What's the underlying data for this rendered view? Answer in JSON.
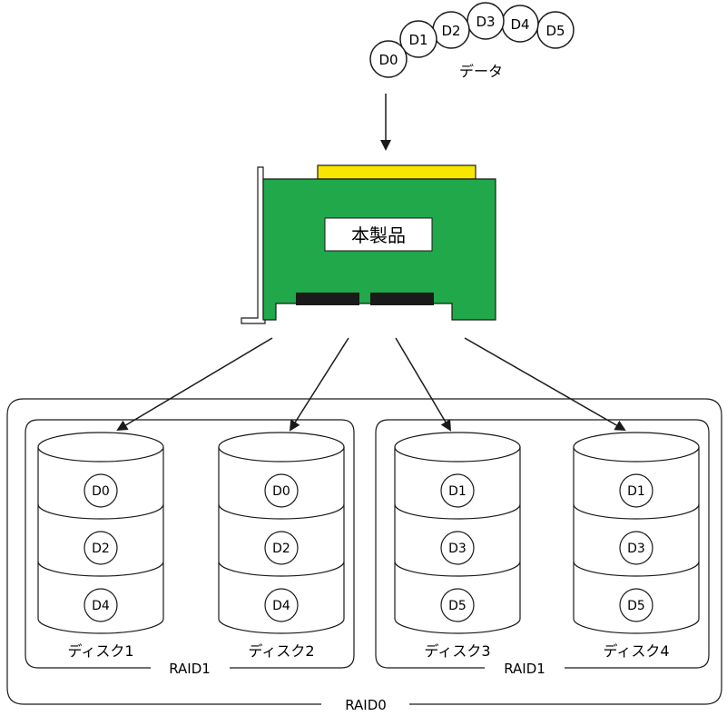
{
  "data_bubbles": [
    "D0",
    "D1",
    "D2",
    "D3",
    "D4",
    "D5"
  ],
  "data_label": "データ",
  "card_label": "本製品",
  "disks": [
    {
      "label": "ディスク1",
      "segments": [
        "D0",
        "D2",
        "D4"
      ]
    },
    {
      "label": "ディスク2",
      "segments": [
        "D0",
        "D2",
        "D4"
      ]
    },
    {
      "label": "ディスク3",
      "segments": [
        "D1",
        "D3",
        "D5"
      ]
    },
    {
      "label": "ディスク4",
      "segments": [
        "D1",
        "D3",
        "D5"
      ]
    }
  ],
  "raid1_left_label": "RAID1",
  "raid1_right_label": "RAID1",
  "raid0_label": "RAID0",
  "colors": {
    "card_board": "#20a84a",
    "card_connector": "#f7e600",
    "card_chip": "#1a1a1a",
    "line": "#1a1a1a"
  }
}
